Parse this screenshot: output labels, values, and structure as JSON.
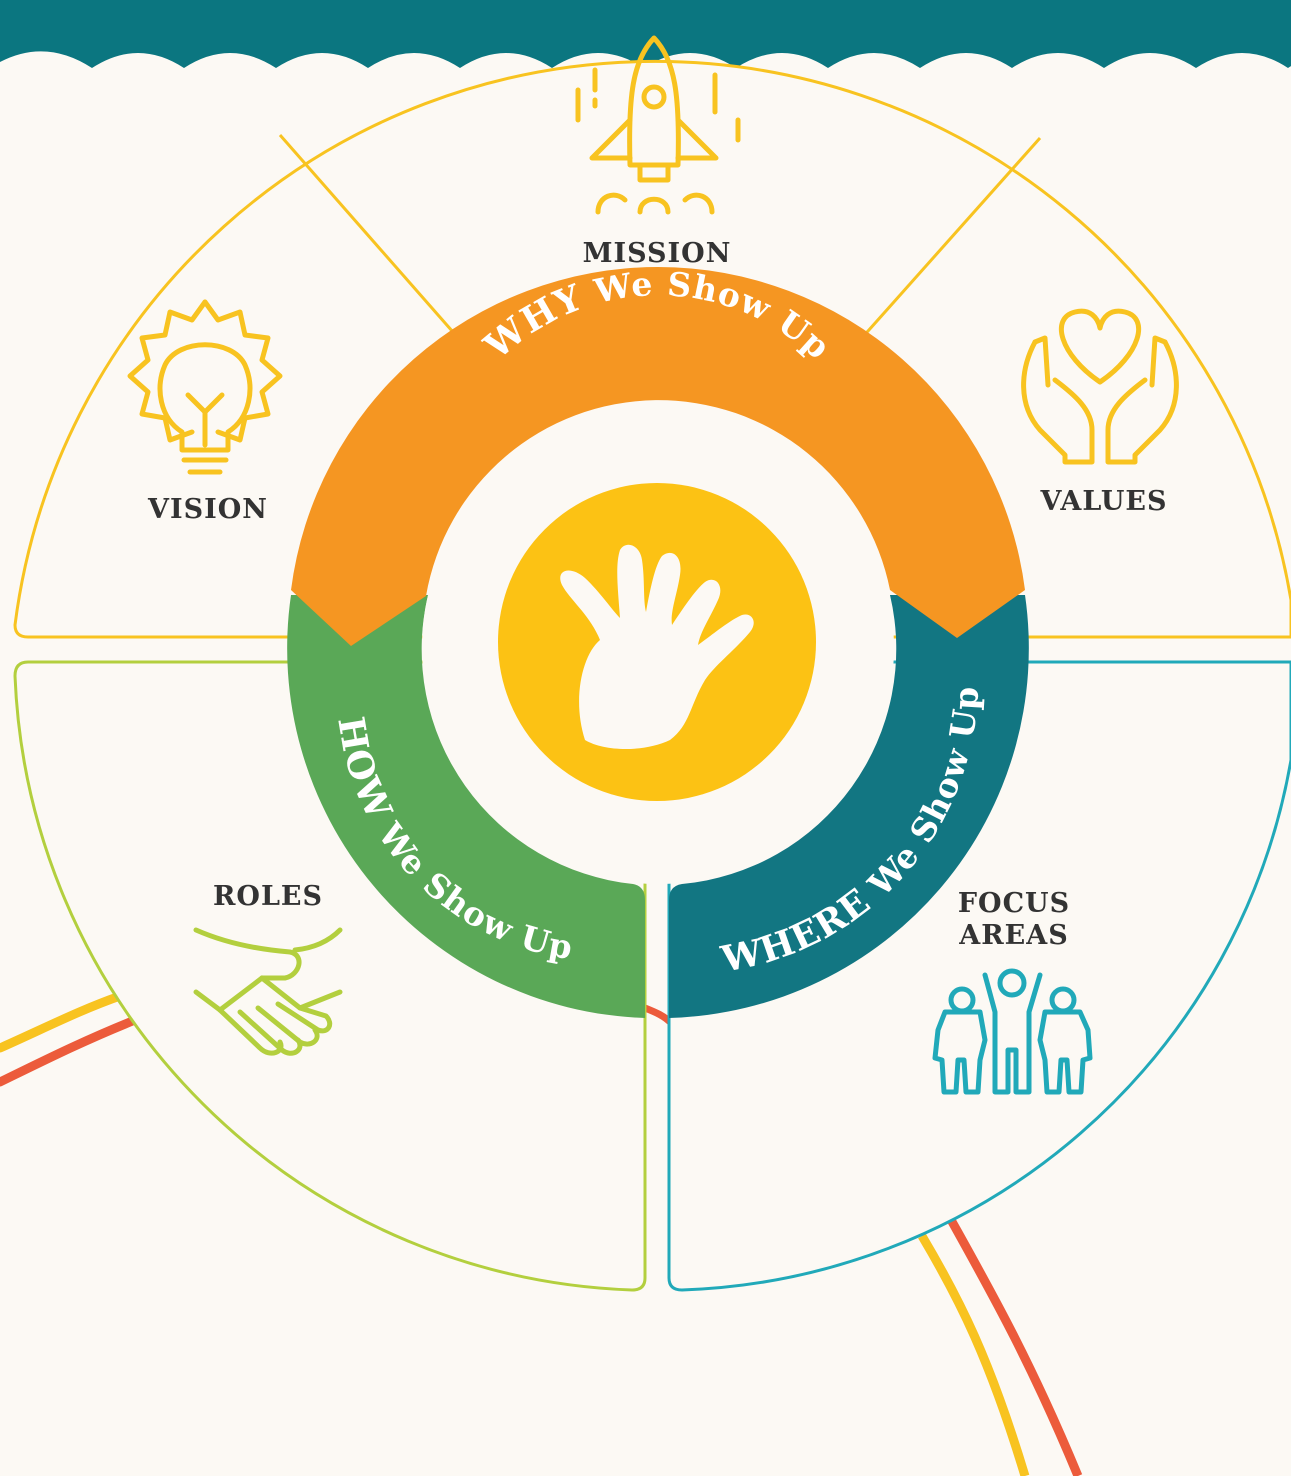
{
  "colors": {
    "background": "#fcf9f4",
    "header": "#0b7680",
    "why": "#f59622",
    "how": "#5aa857",
    "where": "#127682",
    "center": "#fcc214",
    "yellow_outline": "#f8c320",
    "green_outline": "#b3cf3e",
    "teal_outline": "#21a9b9",
    "label_text": "#333333",
    "path_red": "#ec5b3b",
    "path_yellow": "#f8c320"
  },
  "segments": {
    "mission": {
      "label": "MISSION",
      "icon": "rocket-icon"
    },
    "vision": {
      "label": "VISION",
      "icon": "lightbulb-icon"
    },
    "values": {
      "label": "VALUES",
      "icon": "heart-hands-icon"
    },
    "roles": {
      "label": "ROLES",
      "icon": "handshake-icon"
    },
    "focus_areas": {
      "label_line1": "FOCUS",
      "label_line2": "AREAS",
      "icon": "people-group-icon"
    }
  },
  "ring": {
    "why": {
      "strong": "WHY",
      "rest": " We Show Up"
    },
    "how": {
      "strong": "HOW",
      "rest": " We Show Up"
    },
    "where": {
      "strong": "WHERE",
      "rest": " We Show Up"
    }
  },
  "center": {
    "icon": "hand-icon"
  }
}
